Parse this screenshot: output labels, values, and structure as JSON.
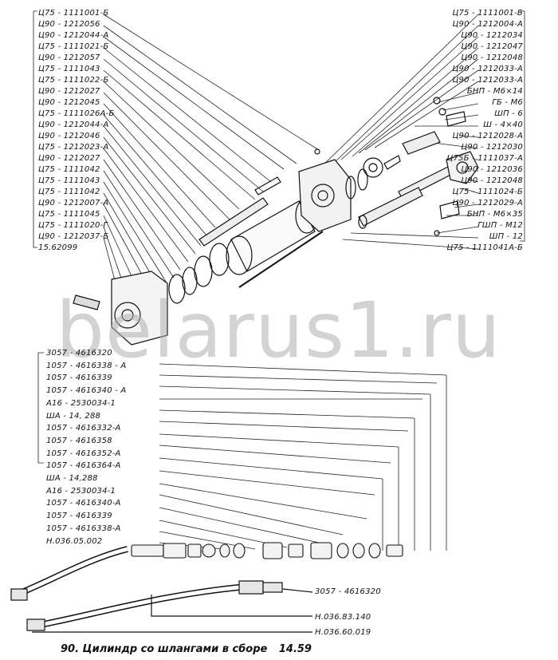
{
  "labels_top_left": [
    "Ц75 - 1111001-Б",
    "Ц90 - 1212056",
    "Ц90 - 1212044-А",
    "Ц75 - 1111021-Б",
    "Ц90 - 1212057",
    "Ц75 - 1111043",
    "Ц75 - 1111022-Б",
    "Ц90 - 1212027",
    "Ц90 - 1212045",
    "Ц75 - 1111026А-Б",
    "Ц90 - 1212044-А",
    "Ц90 - 1212046",
    "Ц75 - 1212023-А",
    "Ц90 - 1212027",
    "Ц75 - 1111042",
    "Ц75 - 1111043",
    "Ц75 - 1111042",
    "Ц90 - 1212007-А",
    "Ц75 - 1111045",
    "Ц75 - 1111020-Г",
    "Ц90 - 1212037-Б",
    "15.62099"
  ],
  "labels_top_right": [
    "Ц75 - 1111001-Б",
    "Ц90 - 1212004-А",
    "Ц90 - 1212034",
    "Ц90 - 1212047",
    "Ц90 - 1212048",
    "Ц90 - 1212033-А",
    "Ц90 - 1212033-А",
    "БНП - М6×14",
    "ГБ - М6",
    "ШП - 6",
    "Ш - 4×40",
    "Ц90 - 1212028-А",
    "Ц90 - 1212030",
    "Ц75Б - 1111037-А",
    "Ц90 - 1212036",
    "Ц90 - 1212048",
    "Ц75 - 1111024-Б",
    "Ц90 - 1212029-А",
    "БНП - М6×35",
    "ГШП - М12",
    "ШП - 12",
    "Ц75 - 1111041А-Б"
  ],
  "labels_hoses": [
    "3057 - 4616320",
    "1057 - 4616338 - А",
    "1057 - 4616339",
    "1057 - 4616340 - А",
    "А16 - 2530034-1",
    "ША - 14, 288",
    "1057 - 4616332-А",
    "1057 - 4616358",
    "1057 - 4616352-А",
    "1057 - 4616364-А",
    "ША - 14,288",
    "А16 - 2530034-1",
    "1057 - 4616340-А",
    "1057 - 4616339",
    "1057 - 4616338-А",
    "Н.036.05.002"
  ],
  "labels_bottom_right": [
    "3057 - 4616320",
    "Н.036.83.140",
    "Н.036.60.019"
  ],
  "watermark": "belarus1.ru",
  "caption": {
    "title": "90. Цилиндр со шлангами в сборе",
    "page": "14.59"
  }
}
